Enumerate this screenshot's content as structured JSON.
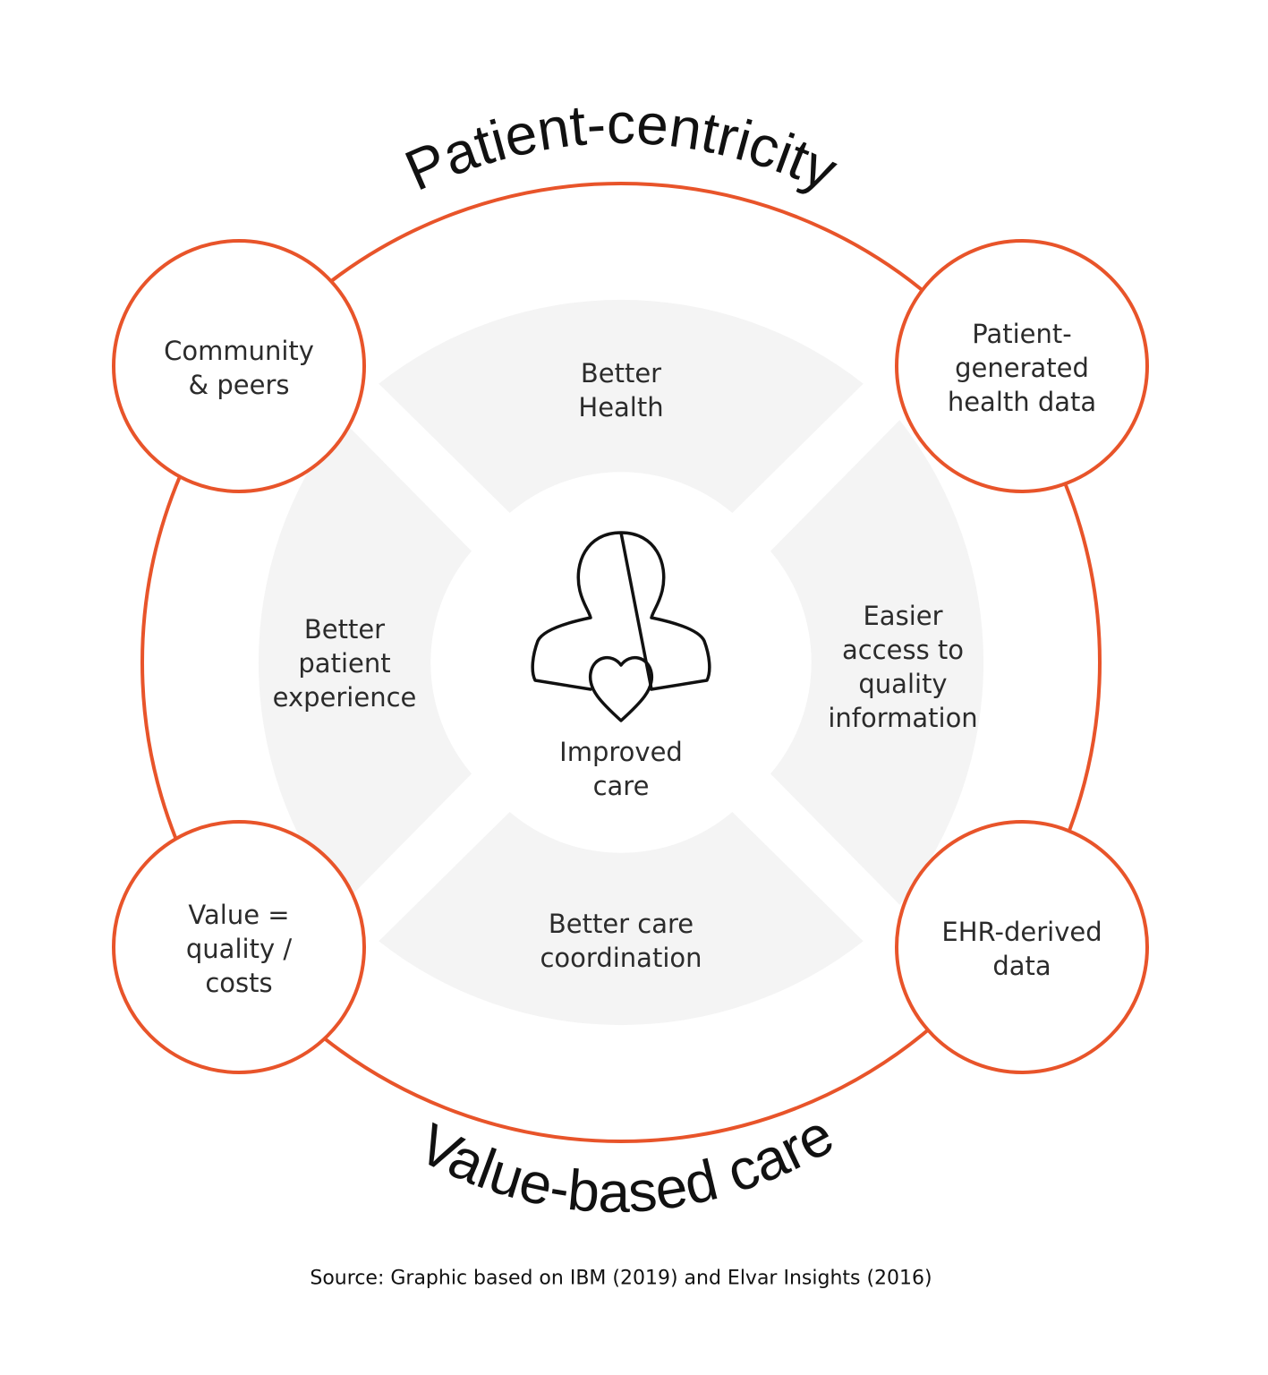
{
  "titles": {
    "top": "Patient-centricity",
    "bottom": "Value-based care"
  },
  "center": {
    "label": "Improved\ncare",
    "icon": "person-heart-icon"
  },
  "quadrants": {
    "top": "Better\nHealth",
    "left": "Better\npatient\nexperience",
    "right": "Easier\naccess to\nquality\ninformation",
    "bottom": "Better care\ncoordination"
  },
  "nodes": {
    "top_left": "Community\n& peers",
    "top_right": "Patient-\ngenerated\nhealth data",
    "bottom_left": "Value =\nquality /\ncosts",
    "bottom_right": "EHR-derived\ndata"
  },
  "source": "Source: Graphic based on IBM (2019) and Elvar Insights (2016)",
  "colors": {
    "accent": "#E8542A",
    "quadrant_fill": "#F4F4F4",
    "text": "#2B2B2B"
  }
}
